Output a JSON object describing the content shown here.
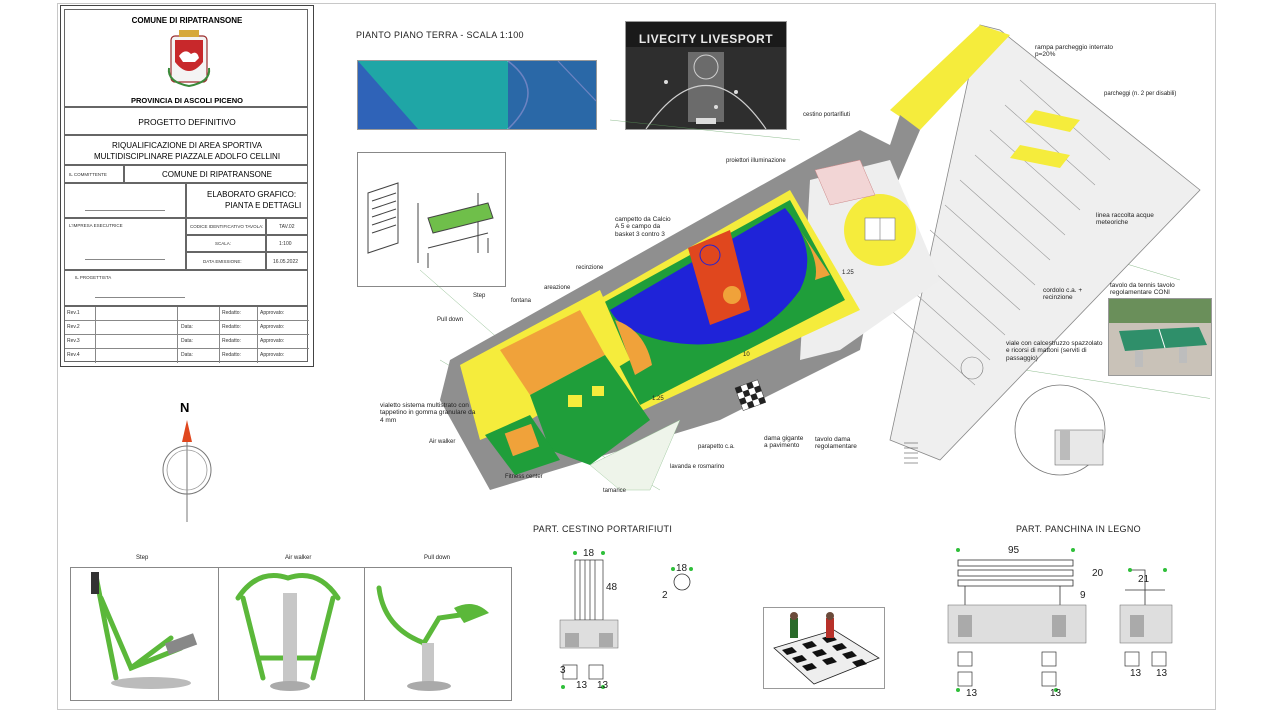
{
  "title_block": {
    "comune": "COMUNE DI RIPATRANSONE",
    "provincia": "PROVINCIA DI ASCOLI PICENO",
    "progetto": "PROGETTO DEFINITIVO",
    "oggetto_line1": "RIQUALIFICAZIONE DI AREA SPORTIVA",
    "oggetto_line2": "MULTIDISCIPLINARE PIAZZALE ADOLFO CELLINI",
    "committente_label": "IL COMMITTENTE",
    "committente": "COMUNE DI RIPATRANSONE",
    "impresa_label": "L'IMPRESA ESECUTRICE",
    "progettista_label": "IL PROGETTISTA",
    "elaborato_line1": "ELABORATO GRAFICO:",
    "elaborato_line2": "PIANTA E DETTAGLI",
    "codice_label": "CODICE IDENTIFICATIVO TAVOLA:",
    "codice": "TAV.02",
    "scala_label": "SCALA:",
    "scala": "1:100",
    "data_label": "DATA EMISSIONE:",
    "data": "16.05.2022",
    "revisions": [
      {
        "rev": "Rev.1",
        "data": "",
        "redatto": "Redatto:",
        "approvato": "Approvato:"
      },
      {
        "rev": "Rev.2",
        "data": "Data:",
        "redatto": "Redatto:",
        "approvato": "Approvato:"
      },
      {
        "rev": "Rev.3",
        "data": "Data:",
        "redatto": "Redatto:",
        "approvato": "Approvato:"
      },
      {
        "rev": "Rev.4",
        "data": "Data:",
        "redatto": "Redatto:",
        "approvato": "Approvato:"
      }
    ]
  },
  "plan_title": "PIANTO PIANO TERRA - SCALA 1:100",
  "photo_banner": "LIVECITY LIVESPORT",
  "north": "N",
  "labels": {
    "rampa": "rampa parcheggio interrato p=20%",
    "parcheggi": "parcheggi (n. 2 per disabili)",
    "cestino": "cestino portarifiuti",
    "proiettori": "proiettori illuminazione",
    "campetto": "campetto da Calcio A 5 e campo da basket 3 contro 3",
    "recinzione": "recinzione",
    "areazione": "areazione",
    "step": "Step",
    "fontana": "fontana",
    "pull_down": "Pull down",
    "linea": "linea raccolta acque meteoriche",
    "cordolo": "cordolo c.a. + recinzione",
    "tavolo_tennis": "tavolo da tennis tavolo regolamentare CONI",
    "viale": "viale con calcestruzzo spazzolato e ricorsi di mattoni (serviti di passaggio)",
    "vialetto": "vialetto sistema multistrato con tappetino in gomma granulare da 4 mm",
    "air_walker": "Air walker",
    "fitness": "Fitness center",
    "tamarice": "tamarice",
    "lavanda": "lavanda e rosmarino",
    "parapetto": "parapetto c.a.",
    "dama_gigante": "dama gigante a pavimento",
    "tavolo_dama": "tavolo dama regolamentare",
    "dim_125a": "1.25",
    "dim_125b": "1.25",
    "dim_10": "10"
  },
  "equipment": {
    "title_step": "Step",
    "title_air": "Air walker",
    "title_pull": "Pull down"
  },
  "details": {
    "cestino_title": "PART. CESTINO PORTARIFIUTI",
    "panchina_title": "PART. PANCHINA IN LEGNO",
    "dim_18a": "18",
    "dim_48": "48",
    "dim_18b": "18",
    "dim_2": "2",
    "dim_13a": "13",
    "dim_13b": "13",
    "dim_3": "3",
    "dim_95": "95",
    "dim_20": "20",
    "dim_9": "9",
    "dim_21": "21",
    "dim_13c": "13",
    "dim_13d": "13",
    "dim_13e": "13",
    "dim_13f": "13"
  },
  "colors": {
    "yellow": "#f5ec3c",
    "blue": "#1f23d8",
    "orange": "#f0a23a",
    "green": "#1f9e3a",
    "red": "#e0471e",
    "grey": "#8f8f8f",
    "equipment_green": "#5bb83a"
  }
}
